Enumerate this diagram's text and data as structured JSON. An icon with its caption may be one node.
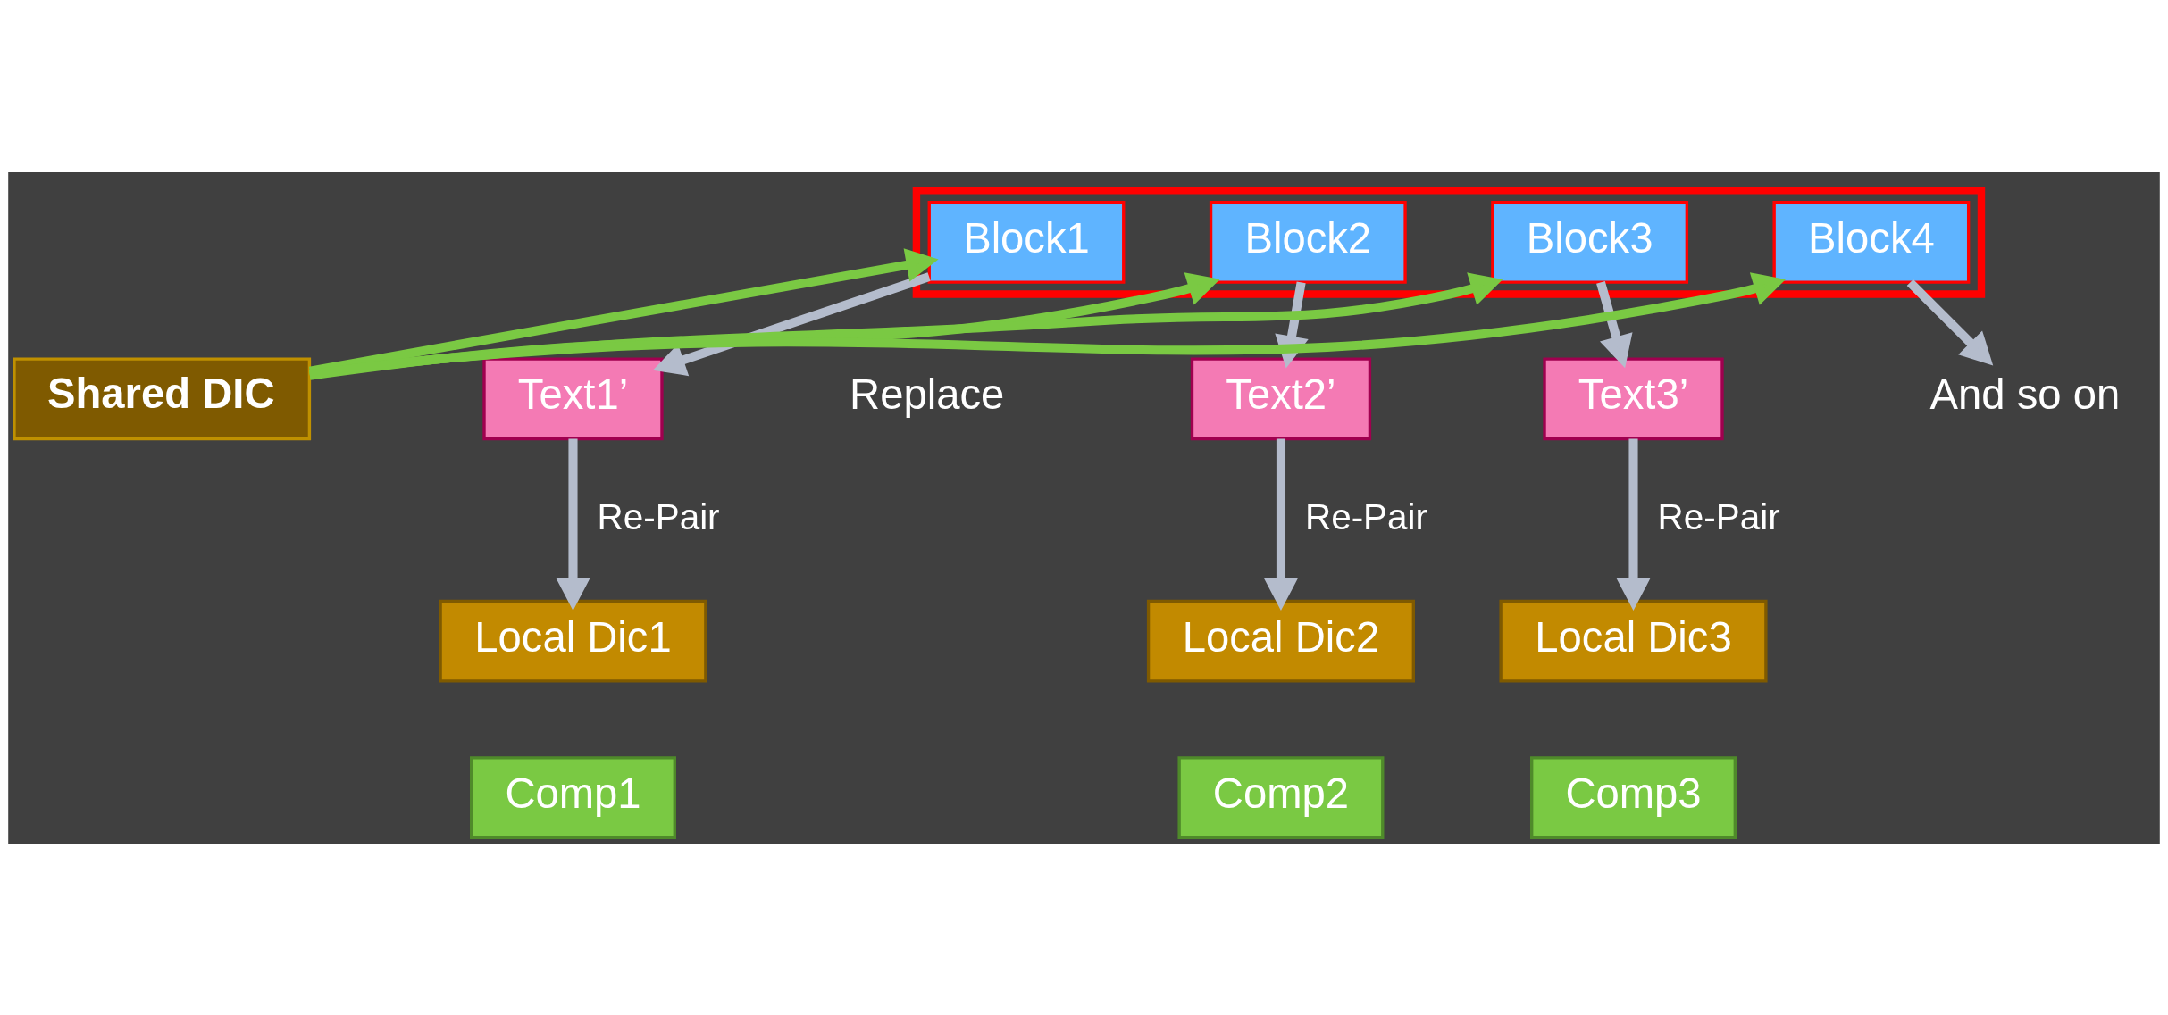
{
  "diagram": {
    "nodes": [
      {
        "text": [],
        "shape": "box"
      },
      {
        "text": [
          "Block1"
        ],
        "in": 0
      },
      {
        "text": [
          "Block2"
        ],
        "in": 0
      },
      {
        "text": [
          "Block3"
        ],
        "in": 0
      },
      {
        "text": [
          "Block4"
        ],
        "in": 0
      },
      {
        "text": [
          "Shared DIC"
        ]
      },
      {
        "text": [
          "Text1’"
        ]
      },
      {
        "text": [
          "Text2’"
        ]
      },
      {
        "text": [
          "Text3’"
        ]
      },
      {
        "text": [
          "And so on"
        ]
      },
      {
        "text": [
          "Local Dic1"
        ]
      },
      {
        "text": [
          "Local Dic2"
        ]
      },
      {
        "text": [
          "Local Dic3"
        ]
      },
      {
        "text": [
          "Comp1"
        ]
      },
      {
        "text": [
          "Comp2"
        ]
      },
      {
        "text": [
          "Comp3"
        ]
      }
    ],
    "edges": [
      {
        "from": 1,
        "to": 6,
        "arrow": "to"
      },
      {
        "from": 2,
        "to": 7,
        "arrow": "to"
      },
      {
        "from": 3,
        "to": 8,
        "arrow": "to"
      },
      {
        "from": 4,
        "to": 9,
        "arrow": "to"
      },
      {
        "from": 5,
        "to": 1,
        "arrow": "to",
        "color": "#7ac943"
      },
      {
        "from": 5,
        "to": 2,
        "arrow": "to",
        "color": "#7ac943"
      },
      {
        "from": 5,
        "to": 3,
        "arrow": "to",
        "color": "#7ac943"
      },
      {
        "from": 5,
        "to": 4,
        "arrow": "to",
        "color": "#7ac943"
      },
      {
        "from": 6,
        "to": 10,
        "arrow": "to",
        "label": "Re-Pair"
      },
      {
        "from": 7,
        "to": 11,
        "arrow": "to",
        "label": "Re-Pair"
      },
      {
        "from": 8,
        "to": 12,
        "arrow": "to",
        "label": "Re-Pair"
      }
    ],
    "labels": [
      "Replace"
    ]
  }
}
